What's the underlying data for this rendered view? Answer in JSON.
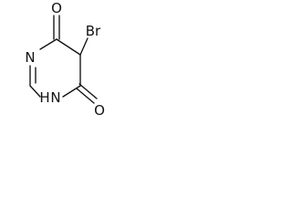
{
  "molecule": {
    "atoms": {
      "o_top": "O",
      "o_bottom": "O",
      "br": "Br",
      "n_left": "N",
      "nh_n": "N",
      "nh_h": "H"
    },
    "colors": {
      "stroke": "#111111",
      "background": "#ffffff"
    }
  }
}
